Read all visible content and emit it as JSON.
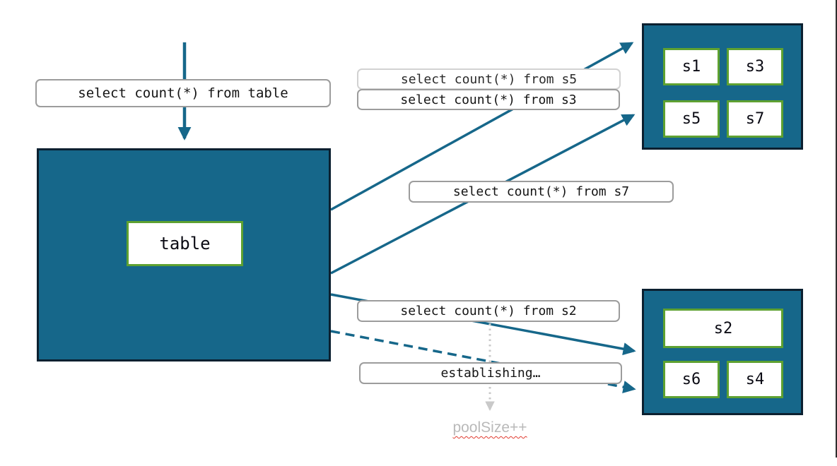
{
  "colors": {
    "teal": "#16678a",
    "green": "#5ea131",
    "gray_arrow": "#c9c9c9",
    "label_border": "#9c9c9c",
    "box_border": "#0c2030"
  },
  "diagram": {
    "top_query": "select count(*) from table",
    "queries": {
      "s5": "select count(*) from s5",
      "s3": "select count(*) from s3",
      "s7": "select count(*) from s7",
      "s2": "select count(*) from s2"
    },
    "establishing": "establishing…",
    "pool_size": "poolSize++",
    "table_label": "table",
    "top_shards": [
      "s1",
      "s3",
      "s5",
      "s7"
    ],
    "bottom_shards": [
      "s2",
      "s6",
      "s4"
    ]
  }
}
